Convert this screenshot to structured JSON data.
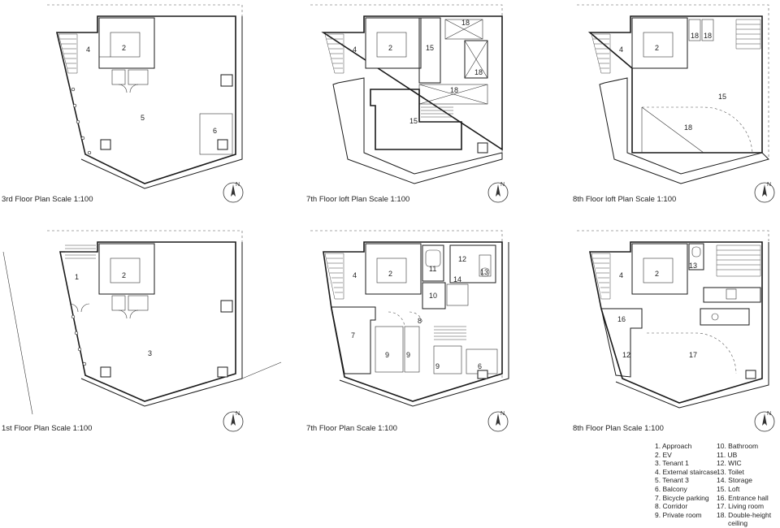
{
  "plans": [
    {
      "key": "p3",
      "caption": "3rd Floor Plan Scale 1:100",
      "rooms": [
        {
          "num": "4"
        },
        {
          "num": "2"
        },
        {
          "num": "5"
        },
        {
          "num": "6"
        }
      ]
    },
    {
      "key": "p7loft",
      "caption": "7th Floor loft Plan Scale 1:100",
      "rooms": [
        {
          "num": "4"
        },
        {
          "num": "2"
        },
        {
          "num": "15"
        },
        {
          "num": "18"
        },
        {
          "num": "18"
        },
        {
          "num": "18"
        },
        {
          "num": "15"
        }
      ]
    },
    {
      "key": "p8loft",
      "caption": "8th Floor loft Plan Scale 1:100",
      "rooms": [
        {
          "num": "4"
        },
        {
          "num": "2"
        },
        {
          "num": "18"
        },
        {
          "num": "18"
        },
        {
          "num": "15"
        },
        {
          "num": "18"
        }
      ]
    },
    {
      "key": "p1",
      "caption": "1st Floor Plan Scale 1:100",
      "rooms": [
        {
          "num": "1"
        },
        {
          "num": "2"
        },
        {
          "num": "3"
        }
      ]
    },
    {
      "key": "p7",
      "caption": "7th Floor Plan Scale 1:100",
      "rooms": [
        {
          "num": "4"
        },
        {
          "num": "2"
        },
        {
          "num": "11"
        },
        {
          "num": "12"
        },
        {
          "num": "13"
        },
        {
          "num": "14"
        },
        {
          "num": "10"
        },
        {
          "num": "8"
        },
        {
          "num": "7"
        },
        {
          "num": "9"
        },
        {
          "num": "9"
        },
        {
          "num": "9"
        },
        {
          "num": "6"
        }
      ]
    },
    {
      "key": "p8",
      "caption": "8th Floor Plan Scale 1:100",
      "rooms": [
        {
          "num": "4"
        },
        {
          "num": "2"
        },
        {
          "num": "13"
        },
        {
          "num": "16"
        },
        {
          "num": "12"
        },
        {
          "num": "17"
        }
      ]
    }
  ],
  "north_label": "N",
  "legend": {
    "col1": [
      "1. Approach",
      "2. EV",
      "3. Tenant 1",
      "4. External staircase",
      "5. Tenant 3",
      "6. Balcony",
      "7. Bicycle parking",
      "8. Corridor",
      "9. Private room"
    ],
    "col2": [
      "10. Bathroom",
      "11. UB",
      "12. WIC",
      "13. Toilet",
      "14. Storage",
      "15. Loft",
      "16. Entrance hall",
      "17. Living room",
      "18. Double-height",
      "ceiling"
    ]
  }
}
